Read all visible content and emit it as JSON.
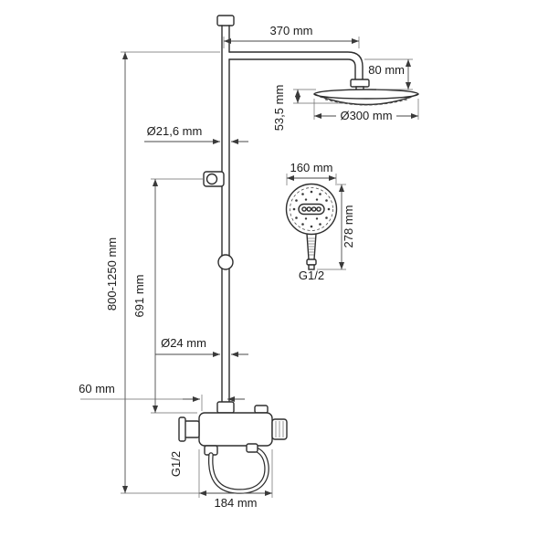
{
  "drawing": {
    "kind": "shower-system-dimension-drawing",
    "line_color": "#2e2e2e",
    "dimension_color": "#4a4a4a",
    "background": "#ffffff"
  },
  "dimensions": {
    "arm_length": "370 mm",
    "head_offset": "80 mm",
    "head_height": "53,5 mm",
    "head_diameter": "Ø300 mm",
    "riser_diameter": "Ø21,6 mm",
    "overall_height": "800-1250 mm",
    "bracket_to_mixer": "691 mm",
    "handshower_diameter": "160 mm",
    "handshower_length": "278 mm",
    "handshower_thread": "G1/2",
    "lower_pipe_diameter": "Ø24 mm",
    "wall_offset": "60 mm",
    "inlet_thread": "G1/2",
    "mixer_width": "184 mm"
  }
}
